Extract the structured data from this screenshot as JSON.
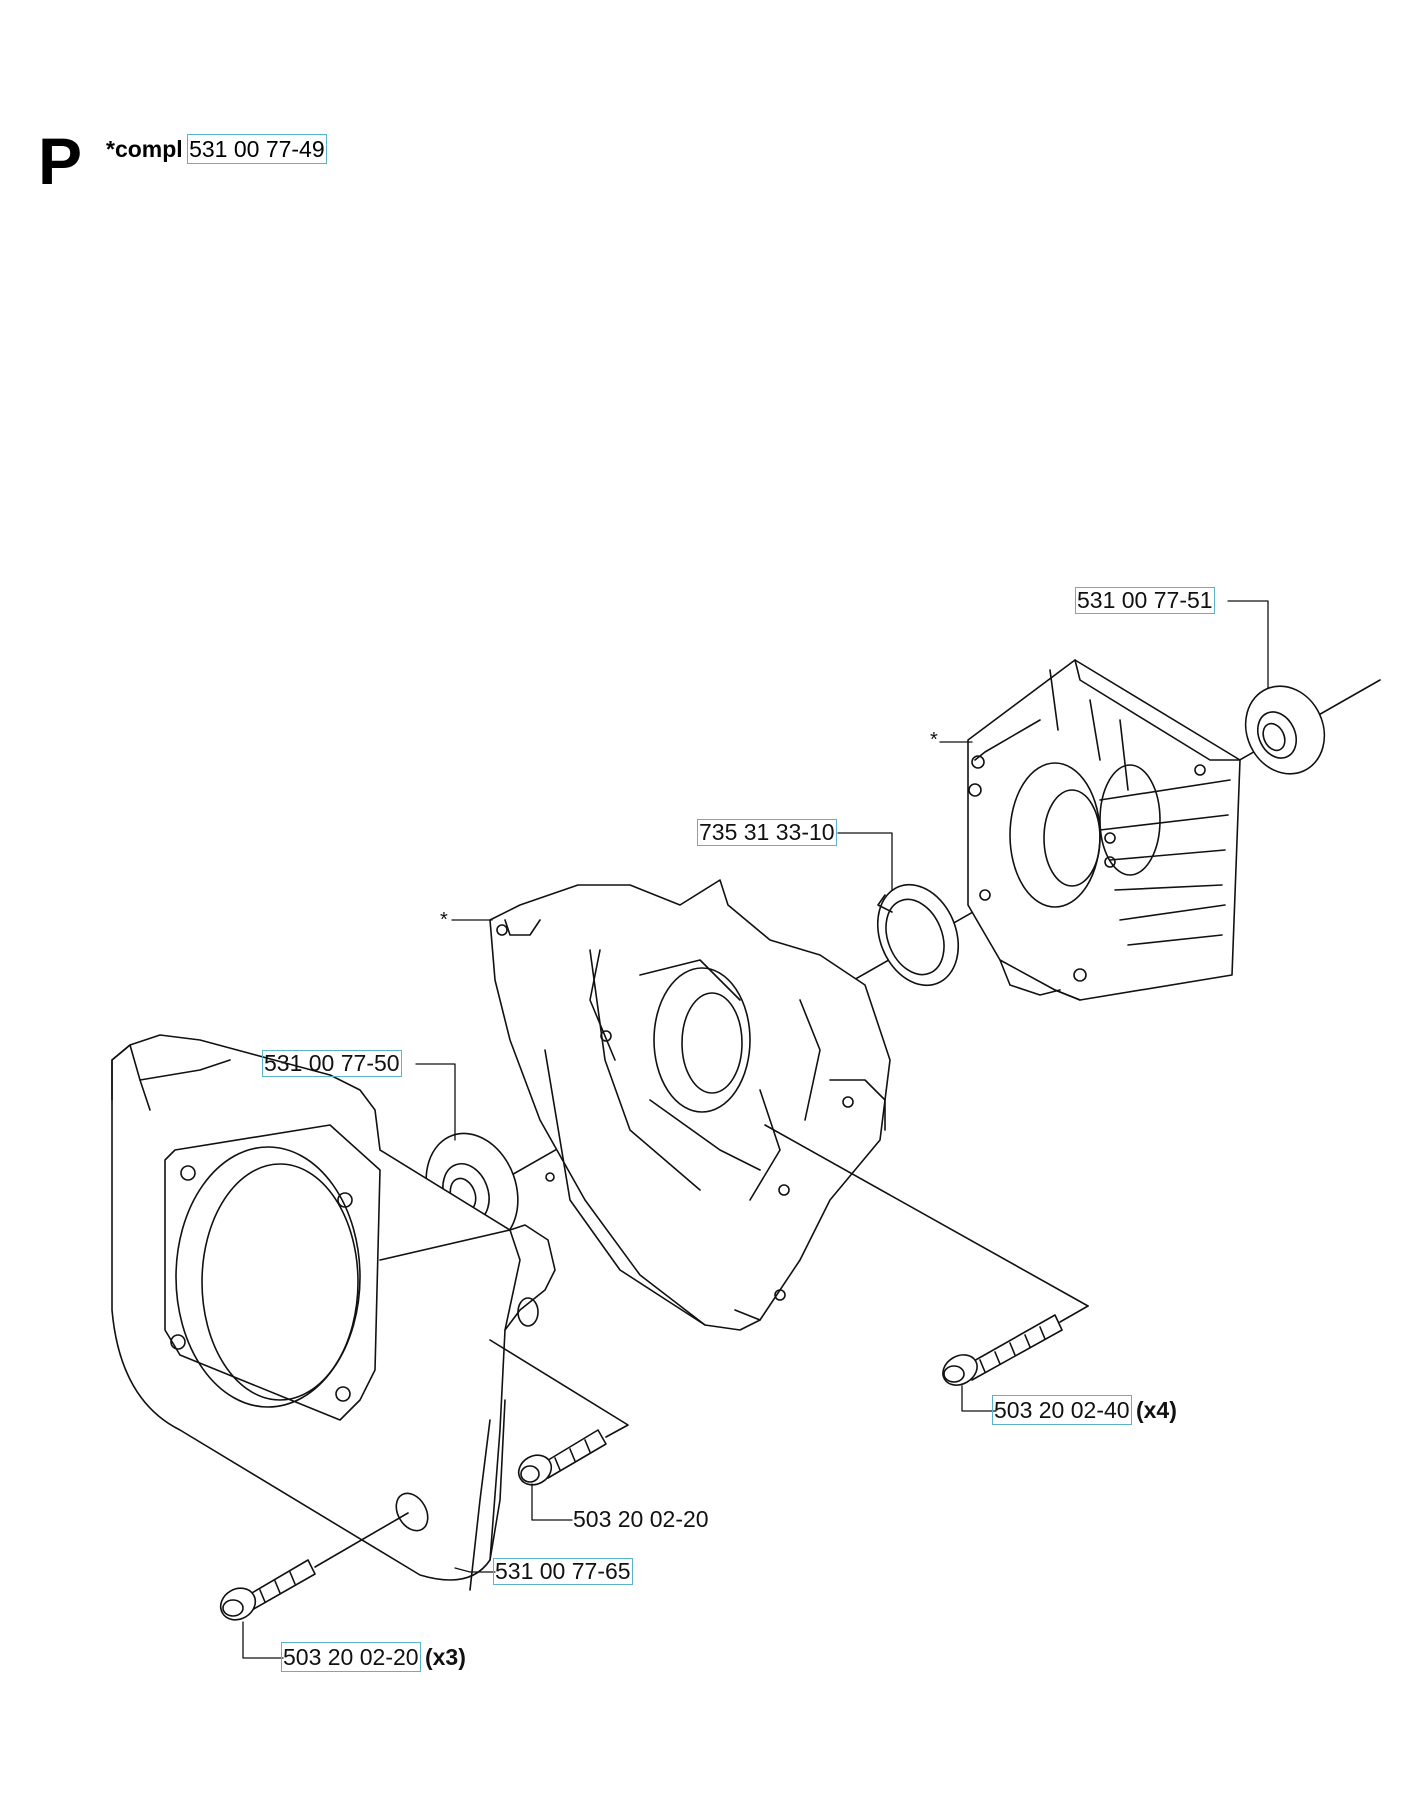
{
  "header": {
    "section_letter": "P",
    "compl_prefix": "*compl",
    "compl_part": "531 00 77-49"
  },
  "parts": [
    {
      "id": "p1",
      "number": "531 00 77-51",
      "qty": ""
    },
    {
      "id": "p2",
      "number": "735 31 33-10",
      "qty": ""
    },
    {
      "id": "p3",
      "number": "531 00 77-50",
      "qty": ""
    },
    {
      "id": "p4",
      "number": "503 20 02-40",
      "qty": "(x4)"
    },
    {
      "id": "p5",
      "number": "503 20 02-20",
      "qty": ""
    },
    {
      "id": "p6",
      "number": "531 00 77-65",
      "qty": ""
    },
    {
      "id": "p7",
      "number": "503 20 02-20",
      "qty": "(x3)"
    }
  ],
  "asterisk_marks": [
    "*",
    "*"
  ],
  "colors": {
    "line": "#111111",
    "highlight": "#5bb3c9",
    "background": "#ffffff"
  }
}
